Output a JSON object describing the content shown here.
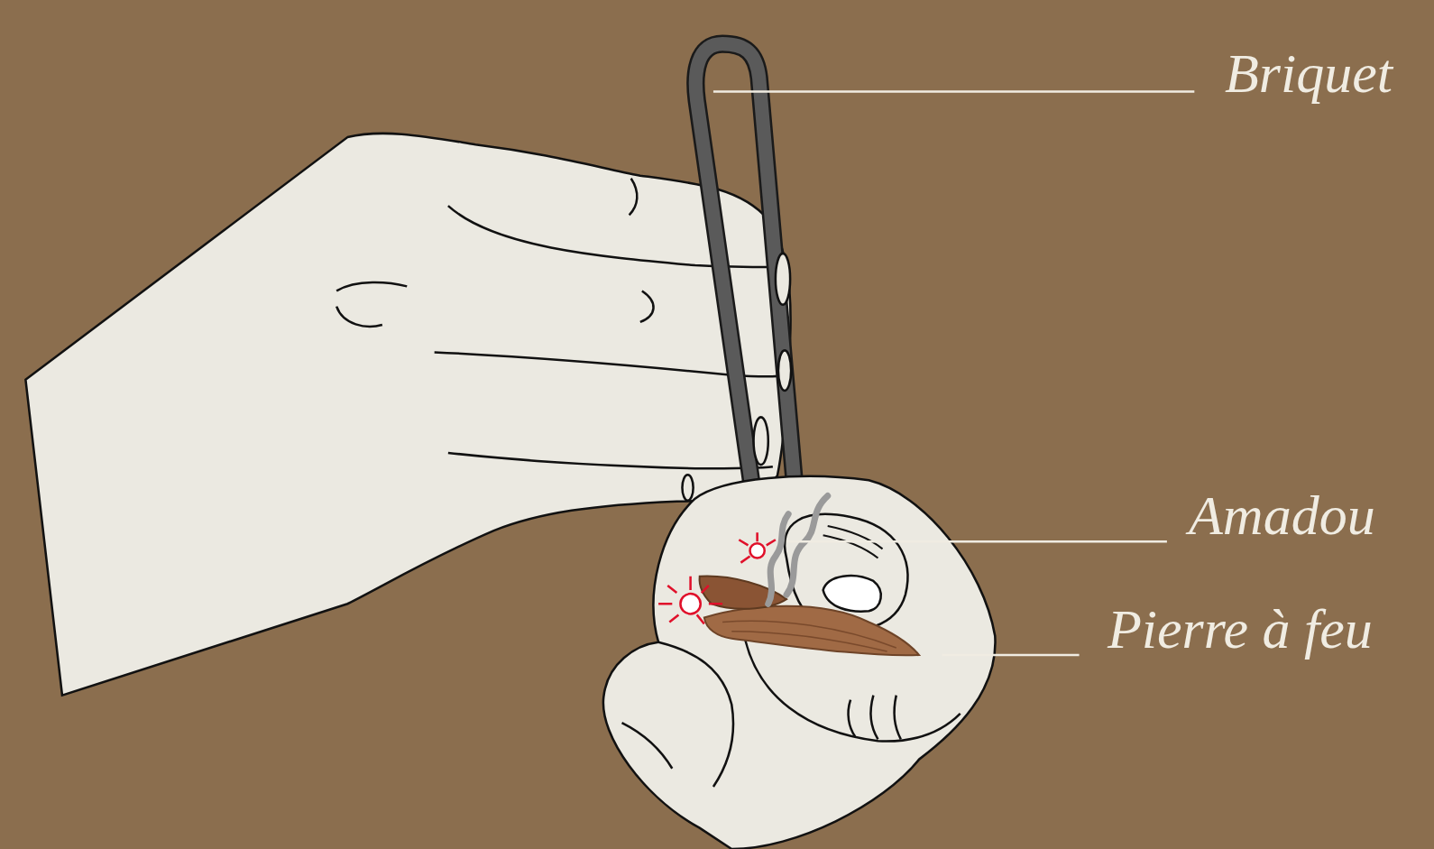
{
  "diagram": {
    "labels": [
      "Briquet",
      "Amadou",
      "Pierre à feu"
    ]
  }
}
